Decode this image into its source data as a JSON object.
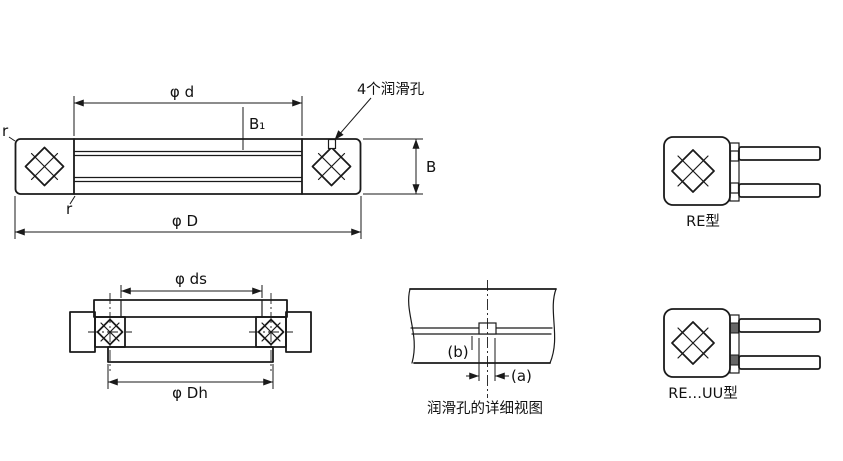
{
  "page": {
    "background": "#ffffff",
    "line_color": "#1a1a1a",
    "text_color": "#111111"
  },
  "main_view": {
    "dim_phi_d": "φ d",
    "dim_b1": "B₁",
    "lube_holes_note": "4个润滑孔",
    "dim_B": "B",
    "r_outer": "r",
    "r_inner": "r",
    "dim_phi_D": "φ D"
  },
  "mounted_view": {
    "dim_phi_ds": "φ ds",
    "dim_phi_Dh": "φ Dh"
  },
  "detail_view": {
    "label_b": "(b)",
    "label_a": "(a)",
    "caption": "润滑孔的详细视图"
  },
  "variants": {
    "re_label": "RE型",
    "re_uu_label": "RE…UU型"
  }
}
